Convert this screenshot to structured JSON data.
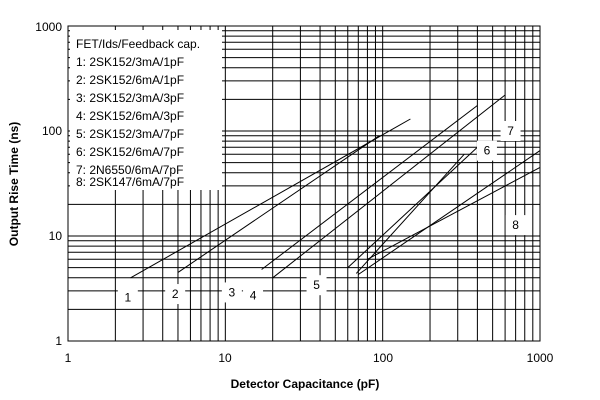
{
  "chart_data": {
    "type": "line",
    "xscale": "log",
    "yscale": "log",
    "xlim": [
      1,
      1000
    ],
    "ylim": [
      1,
      1000
    ],
    "x_ticks": [
      "1",
      "10",
      "100",
      "1000"
    ],
    "y_ticks": [
      "1",
      "10",
      "100",
      "1000"
    ],
    "xlabel": "Detector Capacitance (pF)",
    "ylabel": "Output Rise Time (ns)",
    "grid": true,
    "legend": {
      "placement": "top-left",
      "title": "FET/Ids/Feedback cap.",
      "entries": [
        "1: 2SK152/3mA/1pF",
        "2: 2SK152/6mA/1pF",
        "3: 2SK152/3mA/3pF",
        "4: 2SK152/6mA/3pF",
        "5: 2SK152/3mA/7pF",
        "6: 2SK152/6mA/7pF",
        "7: 2N6550/6mA/7pF",
        "8: 2SK147/6mA/7pF"
      ]
    },
    "series": [
      {
        "name": "1",
        "x": [
          2.5,
          150
        ],
        "y": [
          4,
          130
        ]
      },
      {
        "name": "2",
        "x": [
          5,
          95
        ],
        "y": [
          4.5,
          90
        ]
      },
      {
        "name": "3",
        "x": [
          17,
          400
        ],
        "y": [
          4.8,
          175
        ]
      },
      {
        "name": "4",
        "x": [
          20,
          600
        ],
        "y": [
          4,
          220
        ]
      },
      {
        "name": "5",
        "x": [
          60,
          400
        ],
        "y": [
          5,
          70
        ]
      },
      {
        "name": "6",
        "x": [
          68,
          330
        ],
        "y": [
          4.4,
          60
        ]
      },
      {
        "name": "7",
        "x": [
          70,
          1000
        ],
        "y": [
          4.3,
          65
        ]
      },
      {
        "name": "8",
        "x": [
          80,
          1000
        ],
        "y": [
          6,
          45
        ]
      }
    ],
    "line_labels": [
      {
        "text": "1",
        "x": 2.4,
        "y": 2.6
      },
      {
        "text": "2",
        "x": 4.8,
        "y": 2.8
      },
      {
        "text": "3",
        "x": 11.0,
        "y": 2.9
      },
      {
        "text": "4",
        "x": 15.0,
        "y": 2.7
      },
      {
        "text": "5",
        "x": 38.0,
        "y": 3.4
      },
      {
        "text": "6",
        "x": 460,
        "y": 65
      },
      {
        "text": "7",
        "x": 650,
        "y": 100
      },
      {
        "text": "8",
        "x": 700,
        "y": 12.7
      }
    ]
  }
}
